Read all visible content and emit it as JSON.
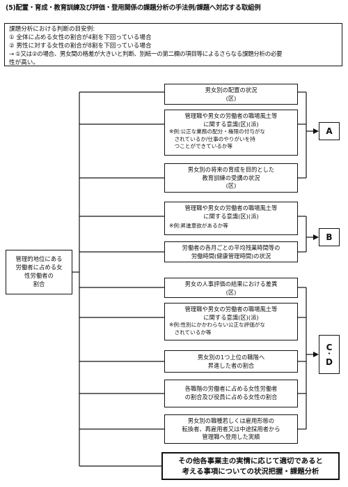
{
  "title": "(5)配置・育成・教育訓練及び評価・登用関係の課題分析の手法例/課題へ対応する取組例",
  "criteria": {
    "heading": "課題分析における判断の目安例:",
    "items": [
      "① 全体に占める女性の割合が4割を下回っている場合",
      "② 男性に対する女性の割合が8割を下回っている場合",
      "→ ①又は②の場合、男女間の格差が大きいと判断、別紙一の第二欄の項目等によるさらなる課題分析の必要",
      "性が高い。"
    ]
  },
  "source_box": [
    "管理的地位にある",
    "労働者に占める女",
    "性労働者の",
    "割合"
  ],
  "boxes": {
    "b1": [
      "男女別の配置の状況",
      "(区)"
    ],
    "b2": {
      "main": [
        "管理職や男女の労働者の職場風土等",
        "に関する意識(区)(派)"
      ],
      "note": [
        "※例:公正な業務の配分・権限の付与がな",
        "　されているか/仕事のやりがいを持",
        "　つことができているか等"
      ]
    },
    "b3": [
      "男女別の将来の育成を目的とした",
      "教育訓練の受講の状況",
      "(区)"
    ],
    "b4": {
      "main": [
        "管理職や男女の労働者の職場風土等",
        "に関する意識(区)(派)"
      ],
      "note": [
        "※例:昇進意欲があるか等"
      ]
    },
    "b5": [
      "労働者の各月ごとの平均残業時間等の",
      "労働時間(健康管理時間)の状況"
    ],
    "b6": [
      "男女の人事評価の結果における差異",
      "(区)"
    ],
    "b7": {
      "main": [
        "管理職や男女の労働者の職場風土等",
        "に関する意識(区)(派)"
      ],
      "note": [
        "※例:性別にかかわらない公正な評価がな",
        "　されているか等"
      ]
    },
    "b8": [
      "男女別の1つ上位の職階へ",
      "昇進した者の割合"
    ],
    "b9": [
      "各職階の労働者に占める女性労働者",
      "の割合及び役員に占める女性の割合"
    ],
    "b10": [
      "男女別の職種若しくは雇用形態の",
      "転換者、再雇用者又は中途採用者から",
      "管理職へ登用した実績"
    ],
    "b11": [
      "その他各事業主の実情に応じて適切であると",
      "考える事項についての状況把握・課題分析"
    ]
  },
  "tags": {
    "a": "A",
    "b": "B",
    "cd_top": "C",
    "cd_dot": "・",
    "cd_bottom": "D"
  }
}
